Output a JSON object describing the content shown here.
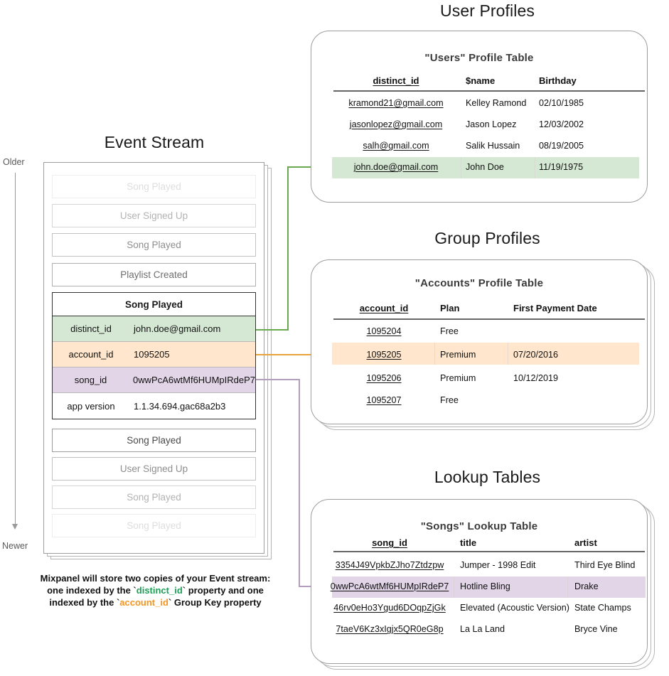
{
  "timeline": {
    "older_label": "Older",
    "newer_label": "Newer"
  },
  "event_stream": {
    "title": "Event Stream",
    "pills_before": [
      {
        "label": "Song Played",
        "fade": "f1"
      },
      {
        "label": "User Signed Up",
        "fade": "f2"
      },
      {
        "label": "Song Played",
        "fade": "f3"
      },
      {
        "label": "Playlist Created",
        "fade": "f4"
      }
    ],
    "pills_after": [
      {
        "label": "Song Played",
        "fade": "f5"
      },
      {
        "label": "User Signed Up",
        "fade": "f3"
      },
      {
        "label": "Song Played",
        "fade": "f2"
      },
      {
        "label": "Song Played",
        "fade": "f1"
      }
    ],
    "expanded_event": {
      "name": "Song Played",
      "properties": [
        {
          "key": "distinct_id",
          "value": "john.doe@gmail.com",
          "color": "#d5e8d4"
        },
        {
          "key": "account_id",
          "value": "1095205",
          "color": "#ffe6cc"
        },
        {
          "key": "song_id",
          "value": "0wwPcA6wtMf6HUMpIRdeP7",
          "color": "#e1d5e7"
        },
        {
          "key": "app version",
          "value": "1.1.34.694.gac68a2b3",
          "color": "#ffffff"
        }
      ]
    },
    "caption": {
      "line1": "Mixpanel will store two copies of your Event stream:",
      "line2_a": "one indexed by the `",
      "line2_code": "distinct_id",
      "line2_b": "` property and one",
      "line3_a": "indexed by the `",
      "line3_code": "account_id",
      "line3_b": "` Group Key property"
    }
  },
  "user_profiles": {
    "section_title": "User Profiles",
    "table_title": "\"Users\" Profile Table",
    "columns": [
      "distinct_id",
      "$name",
      "Birthday"
    ],
    "rows": [
      {
        "distinct_id": "kramond21@gmail.com",
        "name": "Kelley Ramond",
        "birthday": "02/10/1985",
        "highlight": false
      },
      {
        "distinct_id": "jasonlopez@gmail.com",
        "name": "Jason Lopez",
        "birthday": "12/03/2002",
        "highlight": false
      },
      {
        "distinct_id": "salh@gmail.com",
        "name": "Salik Hussain",
        "birthday": "08/19/2005",
        "highlight": false
      },
      {
        "distinct_id": "john.doe@gmail.com",
        "name": "John Doe",
        "birthday": "11/19/1975",
        "highlight": true
      }
    ],
    "highlight_color": "#d5e8d4"
  },
  "group_profiles": {
    "section_title": "Group Profiles",
    "table_title": "\"Accounts\" Profile Table",
    "columns": [
      "account_id",
      "Plan",
      "First Payment Date"
    ],
    "rows": [
      {
        "account_id": "1095204",
        "plan": "Free",
        "first_payment_date": "",
        "highlight": false
      },
      {
        "account_id": "1095205",
        "plan": "Premium",
        "first_payment_date": "07/20/2016",
        "highlight": true
      },
      {
        "account_id": "1095206",
        "plan": "Premium",
        "first_payment_date": "10/12/2019",
        "highlight": false
      },
      {
        "account_id": "1095207",
        "plan": "Free",
        "first_payment_date": "",
        "highlight": false
      }
    ],
    "highlight_color": "#ffe6cc"
  },
  "lookup_tables": {
    "section_title": "Lookup Tables",
    "table_title": "\"Songs\" Lookup Table",
    "columns": [
      "song_id",
      "title",
      "artist"
    ],
    "rows": [
      {
        "song_id": "3354J49VpkbZJho7Ztdzpw",
        "title": "Jumper - 1998 Edit",
        "artist": "Third Eye Blind",
        "highlight": false
      },
      {
        "song_id": "0wwPcA6wtMf6HUMpIRdeP7",
        "title": "Hotline Bling",
        "artist": "Drake",
        "highlight": true
      },
      {
        "song_id": "46rv0eHo3Ygud6DOqpZjGk",
        "title": "Elevated (Acoustic Version)",
        "artist": "State Champs",
        "highlight": false
      },
      {
        "song_id": "7taeV6Kz3xIgjx5QR0eG8p",
        "title": "La La Land",
        "artist": "Bryce Vine",
        "highlight": false
      }
    ],
    "highlight_color": "#e1d5e7"
  },
  "connector_colors": {
    "distinct_id": "#6aa84f",
    "account_id": "#e8a33d",
    "song_id": "#b39ebf"
  }
}
